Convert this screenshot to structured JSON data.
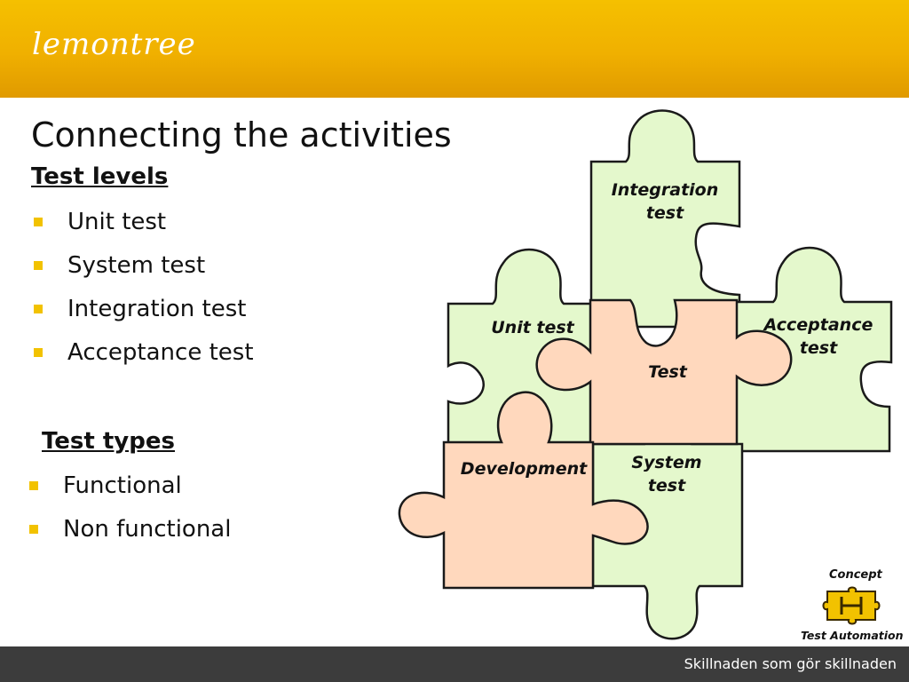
{
  "header": {
    "logo_text": "lemontree"
  },
  "slide": {
    "title": "Connecting the activities",
    "test_levels": {
      "heading": "Test levels",
      "items": [
        "Unit test",
        "System test",
        "Integration test",
        "Acceptance test"
      ]
    },
    "test_types": {
      "heading": "Test types",
      "items": [
        "Functional",
        "Non functional"
      ]
    }
  },
  "puzzle": {
    "pieces": {
      "integration": [
        "Integration",
        "test"
      ],
      "unit": [
        "Unit test"
      ],
      "acceptance": [
        "Acceptance",
        "test"
      ],
      "test": [
        "Test"
      ],
      "development": [
        "Development"
      ],
      "system": [
        "System",
        "test"
      ]
    },
    "colors": {
      "green_fill": "#e4f8cc",
      "orange_fill": "#ffd8bd",
      "outline": "#1a1a1a",
      "bullet": "#f2c200"
    }
  },
  "brand": {
    "top": "Concept",
    "bottom": "Test Automation",
    "icon_color": "#f2c200"
  },
  "footer": {
    "tagline": "Skillnaden som gör skillnaden"
  }
}
